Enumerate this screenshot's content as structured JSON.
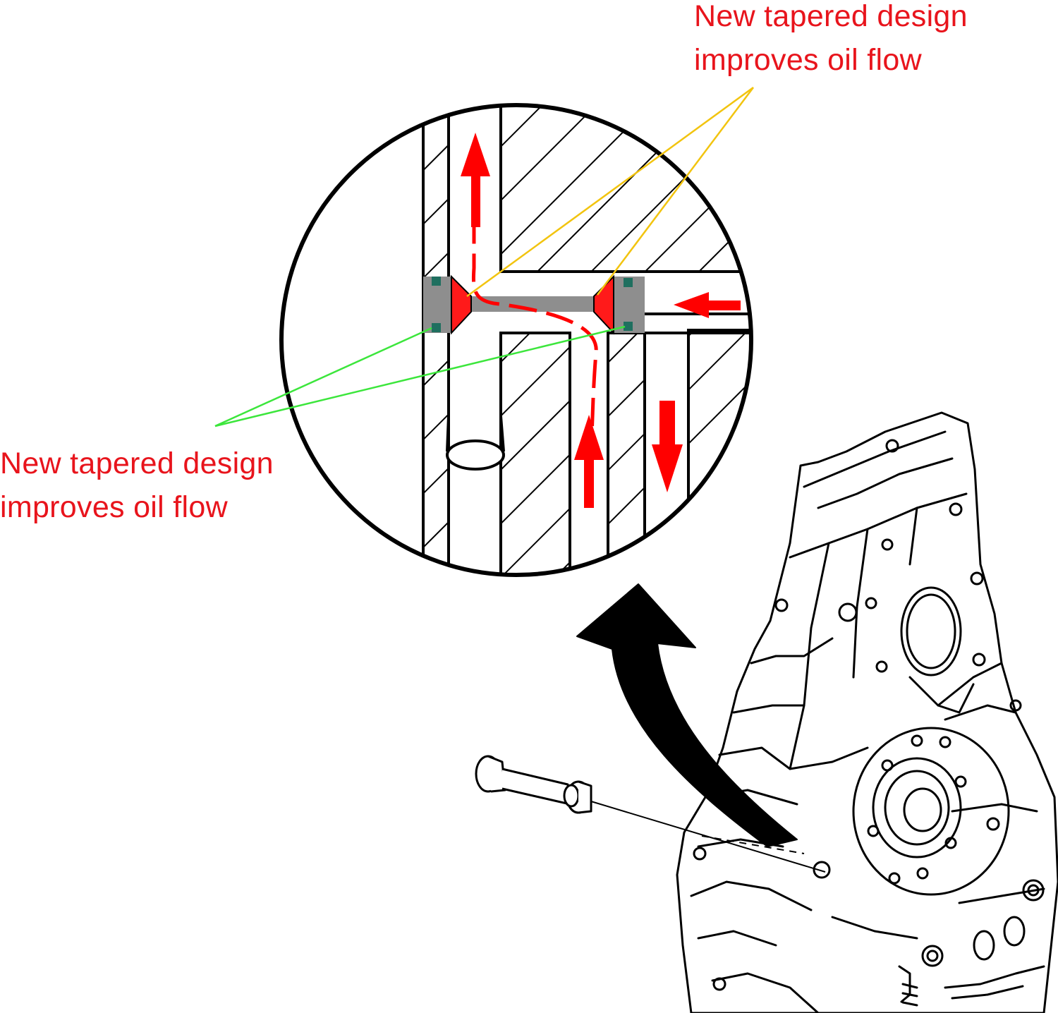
{
  "callouts": {
    "top": {
      "line1": "New tapered design",
      "line2": "improves oil flow"
    },
    "left": {
      "line1": "New tapered design",
      "line2": "improves oil flow"
    }
  },
  "colors": {
    "callout_text": "#e8141c",
    "flow_arrow": "#ff0000",
    "leader_top": "#f2c40f",
    "leader_left": "#3ce63c",
    "seal_body": "#8e8e8e",
    "o_ring": "#1f6f5f",
    "line_art": "#000000"
  },
  "icons": {
    "magnify_arrow": "curved-arrow-icon",
    "flow": "oil-flow-arrow-icon"
  }
}
